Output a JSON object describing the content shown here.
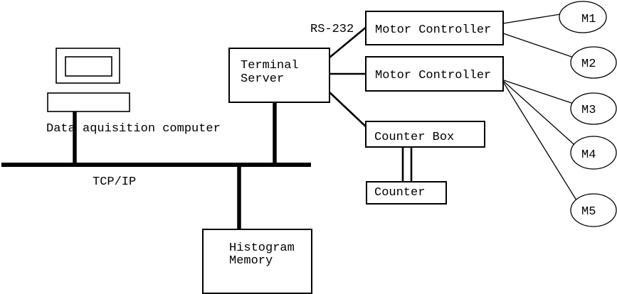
{
  "colors": {
    "background": "#ffffff",
    "line": "#000000",
    "text": "#000000"
  },
  "labels": {
    "rs232": "RS-232",
    "tcpip": "TCP/IP",
    "computer_caption": "Data aquisition computer"
  },
  "nodes": {
    "terminal_server": {
      "line1": "Terminal",
      "line2": "Server"
    },
    "motor_controller_1": {
      "label": "Motor Controller"
    },
    "motor_controller_2": {
      "label": "Motor Controller"
    },
    "counter_box": {
      "label": "Counter Box"
    },
    "counter": {
      "label": "Counter"
    },
    "histogram_memory": {
      "line1": "Histogram",
      "line2": "Memory"
    },
    "motors": [
      {
        "label": "M1"
      },
      {
        "label": "M2"
      },
      {
        "label": "M3"
      },
      {
        "label": "M4"
      },
      {
        "label": "M5"
      }
    ]
  }
}
